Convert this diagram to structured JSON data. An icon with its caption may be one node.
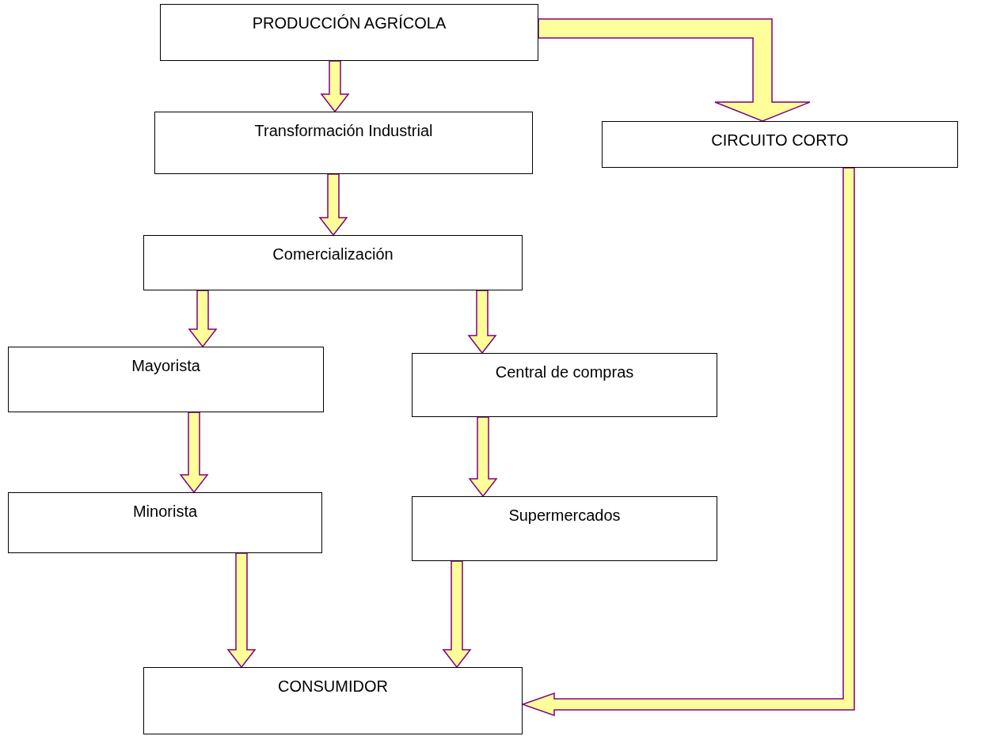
{
  "diagram": {
    "nodes": [
      {
        "text": [
          "PRODUCCIÓN AGRÍCOLA"
        ]
      },
      {
        "text": [
          "Transformación Industrial"
        ]
      },
      {
        "text": [
          "Comercialización"
        ]
      },
      {
        "text": [
          "Mayorista"
        ]
      },
      {
        "text": [
          "Central de compras"
        ]
      },
      {
        "text": [
          "Minorista"
        ]
      },
      {
        "text": [
          "Supermercados"
        ]
      },
      {
        "text": [
          "CONSUMIDOR"
        ]
      },
      {
        "text": [
          "CIRCUITO CORTO"
        ]
      }
    ],
    "edges": [
      {
        "from": 0,
        "to": 1,
        "arrow": "to"
      },
      {
        "from": 1,
        "to": 2,
        "arrow": "to"
      },
      {
        "from": 2,
        "to": 3,
        "arrow": "to"
      },
      {
        "from": 2,
        "to": 4,
        "arrow": "to"
      },
      {
        "from": 3,
        "to": 5,
        "arrow": "to"
      },
      {
        "from": 4,
        "to": 6,
        "arrow": "to"
      },
      {
        "from": 5,
        "to": 7,
        "arrow": "to"
      },
      {
        "from": 6,
        "to": 7,
        "arrow": "to"
      },
      {
        "from": 0,
        "to": 8,
        "arrow": "to"
      },
      {
        "from": 8,
        "to": 7,
        "arrow": "to"
      }
    ]
  }
}
